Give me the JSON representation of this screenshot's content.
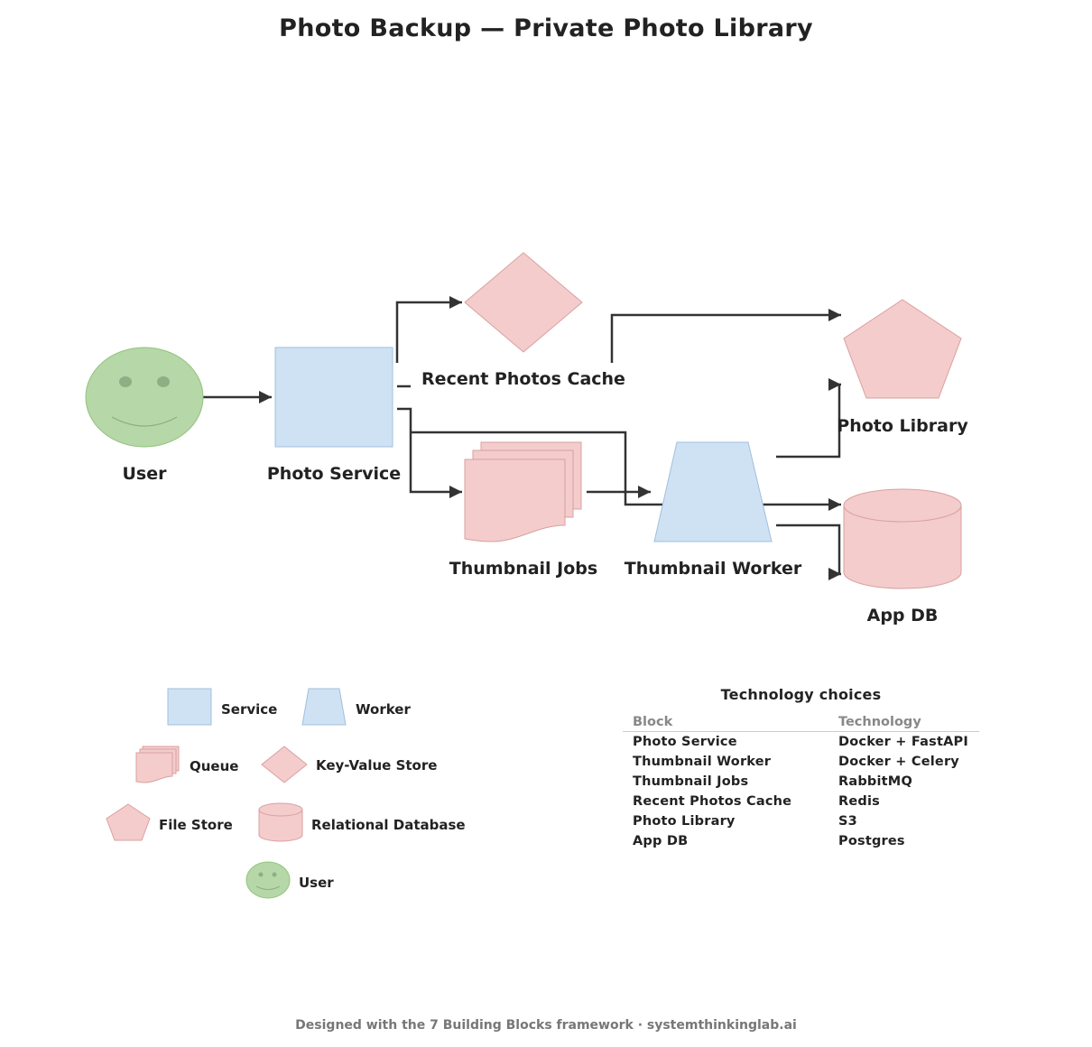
{
  "title": "Photo Backup — Private Photo Library",
  "nodes": {
    "user": "User",
    "photo_service": "Photo Service",
    "recent_photos_cache": "Recent Photos Cache",
    "thumbnail_jobs": "Thumbnail Jobs",
    "thumbnail_worker": "Thumbnail Worker",
    "photo_library": "Photo Library",
    "app_db": "App DB"
  },
  "legend": {
    "service": "Service",
    "worker": "Worker",
    "queue": "Queue",
    "kv_store": "Key-Value Store",
    "file_store": "File Store",
    "relational_db": "Relational Database",
    "user": "User"
  },
  "tech": {
    "title": "Technology choices",
    "headers": [
      "Block",
      "Technology"
    ],
    "rows": [
      [
        "Photo Service",
        "Docker + FastAPI"
      ],
      [
        "Thumbnail Worker",
        "Docker + Celery"
      ],
      [
        "Thumbnail Jobs",
        "RabbitMQ"
      ],
      [
        "Recent Photos Cache",
        "Redis"
      ],
      [
        "Photo Library",
        "S3"
      ],
      [
        "App DB",
        "Postgres"
      ]
    ]
  },
  "footer": "Designed with the 7 Building Blocks framework  ·  systemthinkinglab.ai",
  "colors": {
    "blue_fill": "#cfe2f3",
    "blue_stroke": "#9fbfdf",
    "pink_fill": "#f4cccc",
    "pink_stroke": "#d9a0a0",
    "green_fill": "#b6d7a8",
    "green_stroke": "#93c47d",
    "line": "#333333"
  }
}
